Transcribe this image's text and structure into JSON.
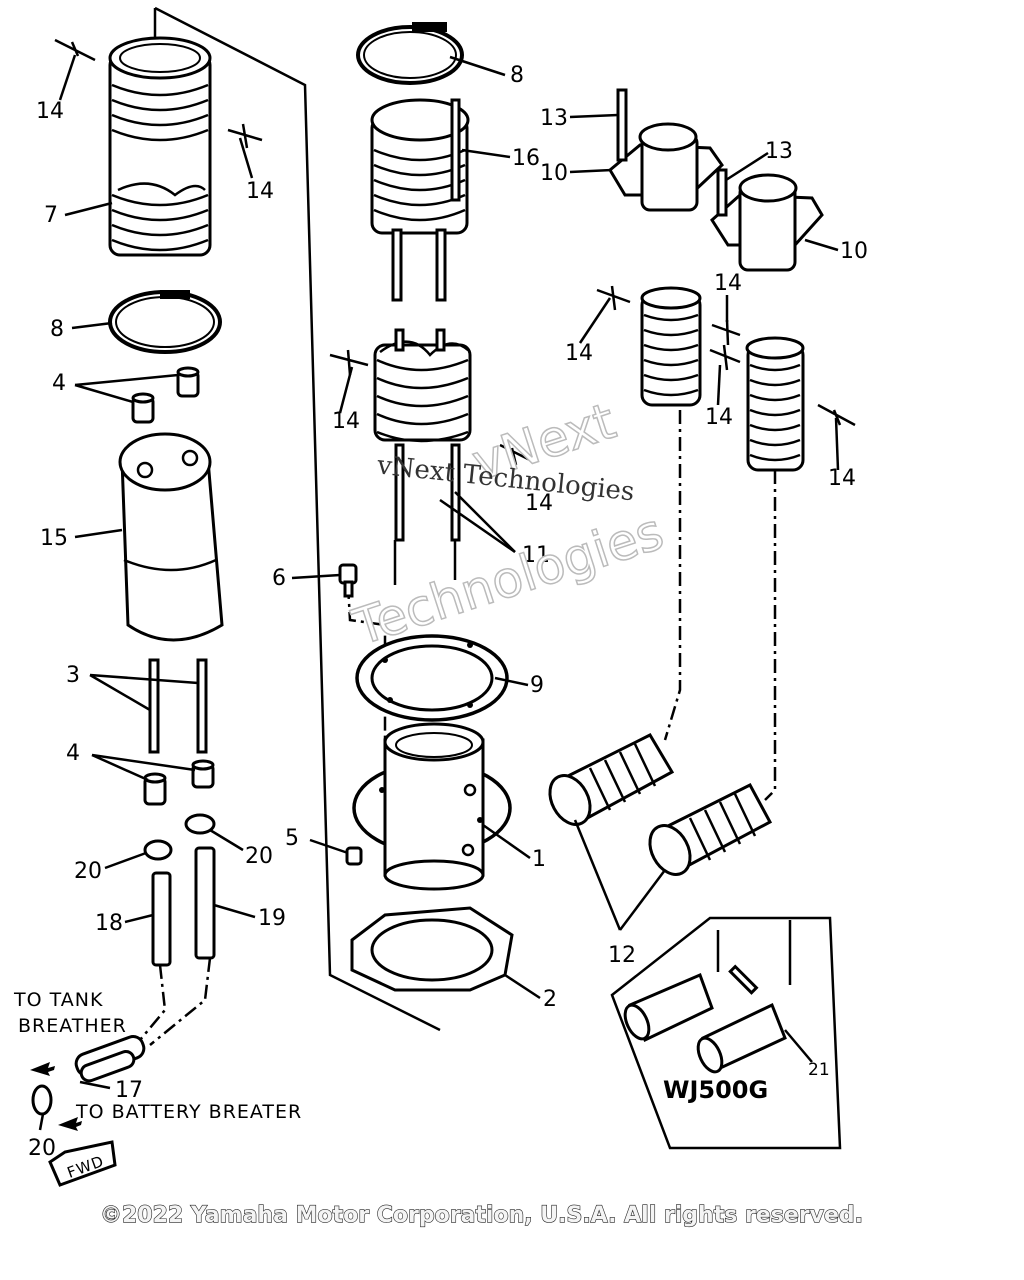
{
  "callouts": [
    "1",
    "2",
    "3",
    "4",
    "4",
    "5",
    "6",
    "7",
    "8",
    "8",
    "9",
    "10",
    "10",
    "11",
    "12",
    "13",
    "13",
    "14",
    "14",
    "14",
    "14",
    "14",
    "14",
    "14",
    "14",
    "15",
    "16",
    "17",
    "18",
    "19",
    "20",
    "20",
    "20",
    "21"
  ],
  "notes": {
    "tank_breather_1": "TO TANK",
    "tank_breather_2": "BREATHER",
    "battery_breather": "TO BATTERY BREATER",
    "fwd": "FWD"
  },
  "variant_box": {
    "model": "WJ500G"
  },
  "watermark": {
    "line1": "vNext Technologies",
    "line2": "vNext",
    "line3": "Technologies"
  },
  "copyright": "©2022 Yamaha Motor Corporation, U.S.A. All rights reserved."
}
